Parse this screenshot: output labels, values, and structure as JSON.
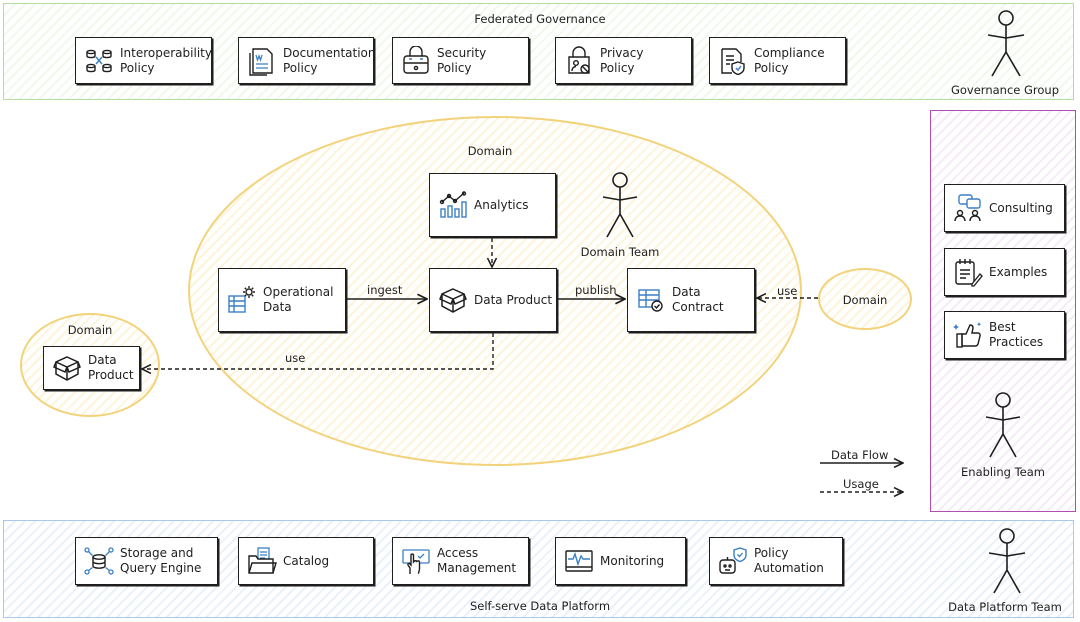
{
  "governance": {
    "title": "Federated Governance",
    "actor": "Governance Group",
    "policies": [
      {
        "label": "Interoperability\nPolicy",
        "icon": "database-link-icon"
      },
      {
        "label": "Documentation\nPolicy",
        "icon": "document-icon"
      },
      {
        "label": "Security\nPolicy",
        "icon": "toolbox-lock-icon"
      },
      {
        "label": "Privacy\nPolicy",
        "icon": "lock-person-icon"
      },
      {
        "label": "Compliance\nPolicy",
        "icon": "document-shield-icon"
      }
    ]
  },
  "domain": {
    "title": "Domain",
    "team": "Domain Team",
    "analytics": "Analytics",
    "operational_data": "Operational\nData",
    "data_product": "Data Product",
    "data_contract": "Data\nContract",
    "edge_ingest": "ingest",
    "edge_publish": "publish",
    "edge_use_left": "use",
    "edge_use_right": "use"
  },
  "left_domain": {
    "title": "Domain",
    "data_product": "Data\nProduct"
  },
  "right_domain": {
    "title": "Domain"
  },
  "legend": {
    "data_flow": "Data Flow",
    "usage": "Usage"
  },
  "enabling": {
    "actor": "Enabling Team",
    "items": [
      {
        "label": "Consulting",
        "icon": "consulting-icon"
      },
      {
        "label": "Examples",
        "icon": "notepad-icon"
      },
      {
        "label": "Best\nPractices",
        "icon": "thumbs-up-icon"
      }
    ]
  },
  "platform": {
    "title": "Self-serve Data Platform",
    "actor": "Data Platform Team",
    "services": [
      {
        "label": "Storage and\nQuery Engine",
        "icon": "database-network-icon"
      },
      {
        "label": "Catalog",
        "icon": "folder-icon"
      },
      {
        "label": "Access\nManagement",
        "icon": "hand-pointer-icon"
      },
      {
        "label": "Monitoring",
        "icon": "monitor-wave-icon"
      },
      {
        "label": "Policy\nAutomation",
        "icon": "robot-shield-icon"
      }
    ]
  },
  "colors": {
    "governance": "#b4dba0",
    "platform": "#a9c8ea",
    "enabling": "#b14fb0",
    "domain": "#f2d27a",
    "icon_blue": "#3b7fc4"
  }
}
